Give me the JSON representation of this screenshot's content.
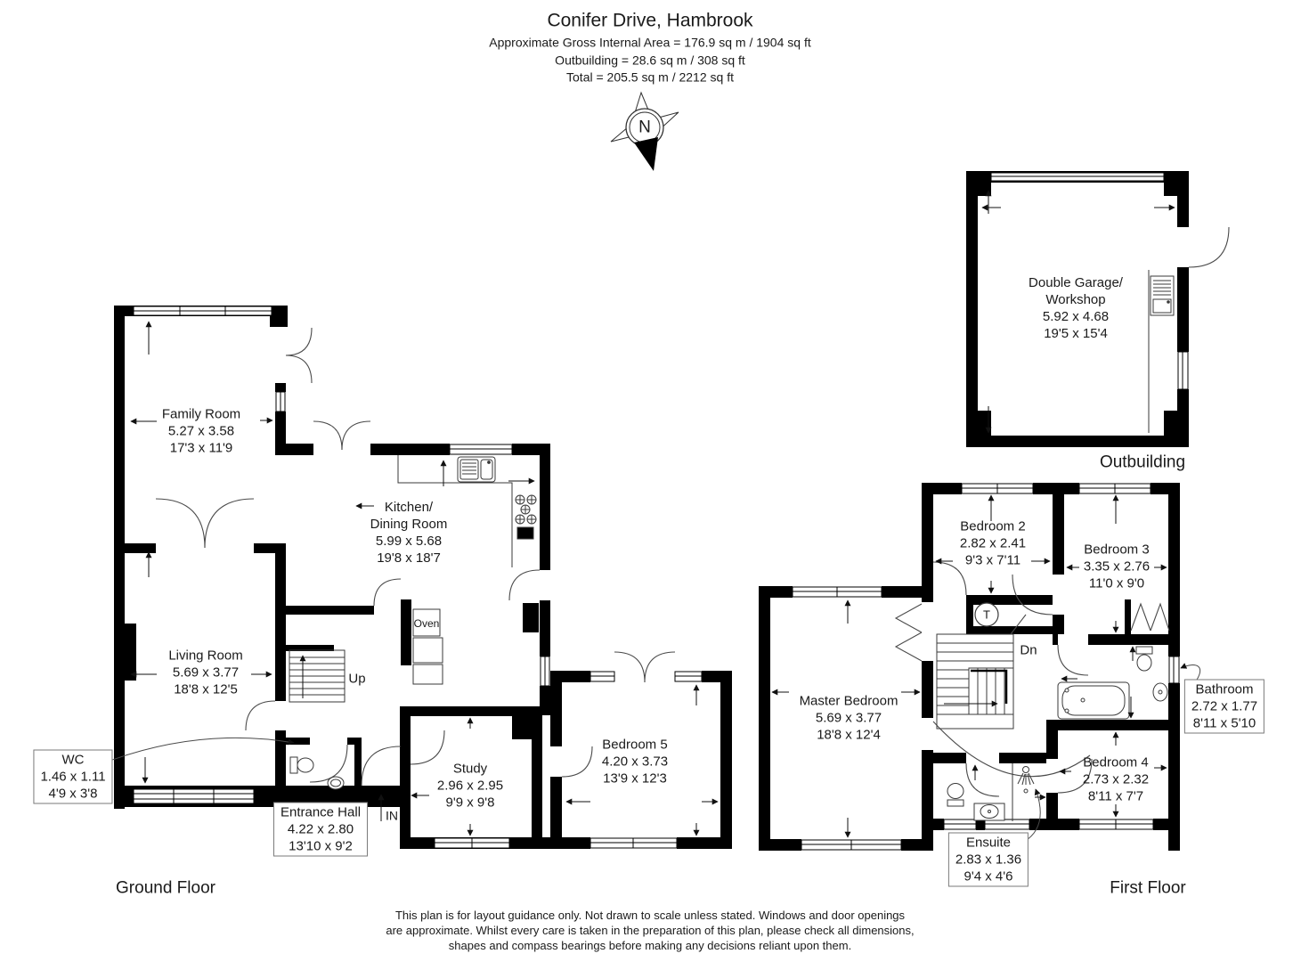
{
  "header": {
    "title": "Conifer Drive, Hambrook",
    "area_line1": "Approximate Gross Internal Area = 176.9 sq m / 1904 sq ft",
    "area_line2": "Outbuilding = 28.6 sq m / 308 sq ft",
    "area_line3": "Total = 205.5 sq m / 2212 sq ft"
  },
  "compass": {
    "north_label": "N"
  },
  "sections": {
    "ground_floor": "Ground Floor",
    "first_floor": "First Floor",
    "outbuilding": "Outbuilding"
  },
  "rooms": {
    "family_room": {
      "name": "Family Room",
      "metric": "5.27 x 3.58",
      "imperial": "17'3 x 11'9"
    },
    "kitchen_dining": {
      "name_line1": "Kitchen/",
      "name_line2": "Dining Room",
      "metric": "5.99 x 5.68",
      "imperial": "19'8 x 18'7"
    },
    "living_room": {
      "name": "Living Room",
      "metric": "5.69 x 3.77",
      "imperial": "18'8 x 12'5"
    },
    "wc": {
      "name": "WC",
      "metric": "1.46 x 1.11",
      "imperial": "4'9 x 3'8"
    },
    "entrance_hall": {
      "name": "Entrance Hall",
      "metric": "4.22 x 2.80",
      "imperial": "13'10 x 9'2"
    },
    "study": {
      "name": "Study",
      "metric": "2.96 x 2.95",
      "imperial": "9'9 x 9'8"
    },
    "bedroom_5": {
      "name": "Bedroom 5",
      "metric": "4.20 x 3.73",
      "imperial": "13'9 x 12'3"
    },
    "double_garage": {
      "name_line1": "Double Garage/",
      "name_line2": "Workshop",
      "metric": "5.92 x 4.68",
      "imperial": "19'5 x 15'4"
    },
    "bedroom_2": {
      "name": "Bedroom 2",
      "metric": "2.82 x 2.41",
      "imperial": "9'3 x 7'11"
    },
    "bedroom_3": {
      "name": "Bedroom 3",
      "metric": "3.35 x 2.76",
      "imperial": "11'0 x 9'0"
    },
    "master_bedroom": {
      "name": "Master Bedroom",
      "metric": "5.69 x 3.77",
      "imperial": "18'8 x 12'4"
    },
    "bathroom": {
      "name": "Bathroom",
      "metric": "2.72 x 1.77",
      "imperial": "8'11 x 5'10"
    },
    "bedroom_4": {
      "name": "Bedroom 4",
      "metric": "2.73 x 2.32",
      "imperial": "8'11 x 7'7"
    },
    "ensuite": {
      "name": "Ensuite",
      "metric": "2.83 x 1.36",
      "imperial": "9'4 x 4'6"
    }
  },
  "annotations": {
    "stairs_up": "Up",
    "stairs_down": "Dn",
    "entrance_in": "IN",
    "oven": "Oven",
    "tank": "T"
  },
  "colors": {
    "wall": "#000000",
    "thin_line": "#3a3a3a",
    "text": "#1a1a1a"
  },
  "footer": {
    "line1": "This plan is for layout guidance only. Not drawn to scale unless stated. Windows and door openings",
    "line2": "are approximate. Whilst every care is taken in the preparation of this plan, please check all dimensions,",
    "line3": "shapes and compass bearings before making any decisions reliant upon them."
  }
}
